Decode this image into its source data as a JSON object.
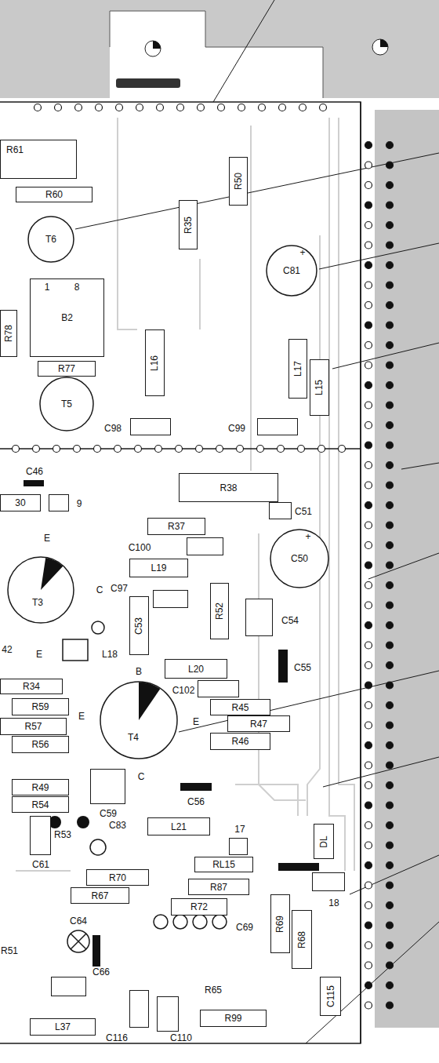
{
  "diagram": {
    "nodes": [
      {
        "text": [
          "R61"
        ]
      },
      {
        "text": [
          "R60"
        ]
      },
      {
        "text": [
          "T6"
        ]
      },
      {
        "text": [
          "B2"
        ]
      },
      {
        "text": [
          "R78"
        ]
      },
      {
        "text": [
          "R77"
        ]
      },
      {
        "text": [
          "T5"
        ]
      },
      {
        "text": [
          "R50"
        ]
      },
      {
        "text": [
          "R35"
        ]
      },
      {
        "text": [
          "C81"
        ]
      },
      {
        "text": [
          "L16"
        ]
      },
      {
        "text": [
          "L17"
        ]
      },
      {
        "text": [
          "L15"
        ]
      },
      {
        "text": [
          "C98"
        ]
      },
      {
        "text": [
          "C99"
        ]
      },
      {
        "text": [
          "30"
        ]
      },
      {
        "text": [
          "9"
        ]
      },
      {
        "text": [
          "R38"
        ]
      },
      {
        "text": [
          "C51"
        ]
      },
      {
        "text": [
          "R37"
        ]
      },
      {
        "text": [
          "C100"
        ]
      },
      {
        "text": [
          "C50"
        ]
      },
      {
        "text": [
          "L19"
        ]
      },
      {
        "text": [
          "T3"
        ]
      },
      {
        "text": [
          "C97"
        ]
      },
      {
        "text": [
          "C53"
        ]
      },
      {
        "text": [
          "R52"
        ]
      },
      {
        "text": [
          "C54"
        ]
      },
      {
        "text": [
          "L20"
        ]
      },
      {
        "text": [
          "C102"
        ]
      },
      {
        "text": [
          "T4"
        ]
      },
      {
        "text": [
          "R34"
        ]
      },
      {
        "text": [
          "R59"
        ]
      },
      {
        "text": [
          "R57"
        ]
      },
      {
        "text": [
          "R56"
        ]
      },
      {
        "text": [
          "R45"
        ]
      },
      {
        "text": [
          "R47"
        ]
      },
      {
        "text": [
          "R46"
        ]
      },
      {
        "text": [
          "C59"
        ]
      },
      {
        "text": [
          "R49"
        ]
      },
      {
        "text": [
          "R54"
        ]
      },
      {
        "text": [
          "L21"
        ]
      },
      {
        "text": [
          "C61"
        ]
      },
      {
        "text": [
          "17"
        ]
      },
      {
        "text": [
          "DL"
        ]
      },
      {
        "text": [
          "RL15"
        ]
      },
      {
        "text": [
          "R70"
        ]
      },
      {
        "text": [
          "R87"
        ]
      },
      {
        "text": [
          "R67"
        ]
      },
      {
        "text": [
          "R72"
        ]
      },
      {
        "text": [
          "18"
        ]
      },
      {
        "text": [
          "R69"
        ]
      },
      {
        "text": [
          "R68"
        ]
      },
      {
        "text": [
          "C115"
        ]
      },
      {
        "text": [
          "C116"
        ]
      },
      {
        "text": [
          "C110"
        ]
      },
      {
        "text": [
          "R99"
        ]
      },
      {
        "text": [
          "L37"
        ]
      },
      {
        "text": [
          "C66"
        ]
      }
    ],
    "labels": [
      "1",
      "8",
      "+",
      "C46",
      "+",
      "E",
      "C",
      "E",
      "42",
      "L18",
      "C55",
      "B",
      "E",
      "E",
      "C",
      "C56",
      "C83",
      "R53",
      "C64",
      "C69",
      "R51",
      "R65"
    ]
  }
}
